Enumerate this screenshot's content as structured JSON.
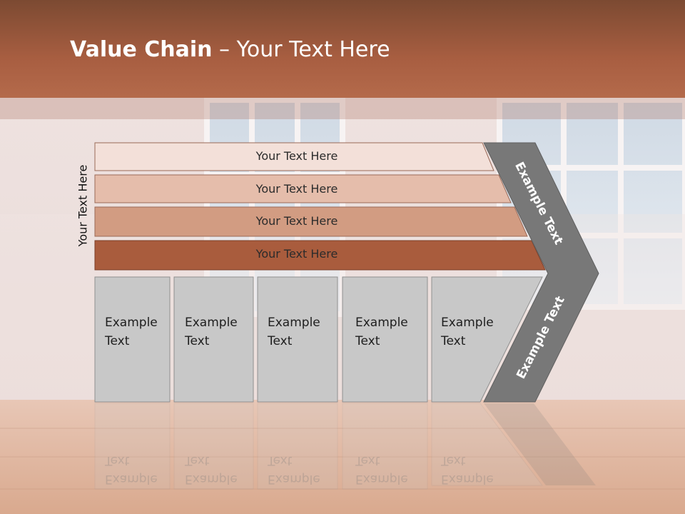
{
  "title": {
    "bold": "Value Chain",
    "rest": " – Your Text Here"
  },
  "side_label": "Your Text Here",
  "bars": [
    {
      "label": "Your Text Here",
      "color": "#f3e0d9"
    },
    {
      "label": "Your Text Here",
      "color": "#e5bdab"
    },
    {
      "label": "Your Text Here",
      "color": "#d29c82"
    },
    {
      "label": "Your Text Here",
      "color": "#a95c3d"
    }
  ],
  "boxes": [
    {
      "line1": "Example",
      "line2": "Text"
    },
    {
      "line1": "Example",
      "line2": "Text"
    },
    {
      "line1": "Example",
      "line2": "Text"
    },
    {
      "line1": "Example",
      "line2": "Text"
    },
    {
      "line1": "Example",
      "line2": "Text"
    }
  ],
  "chevron": {
    "upper_label": "Example Text",
    "lower_label": "Example Text",
    "color": "#787878"
  },
  "colors": {
    "title_bar": "#a85e41",
    "box_fill": "#c8c8c8"
  }
}
